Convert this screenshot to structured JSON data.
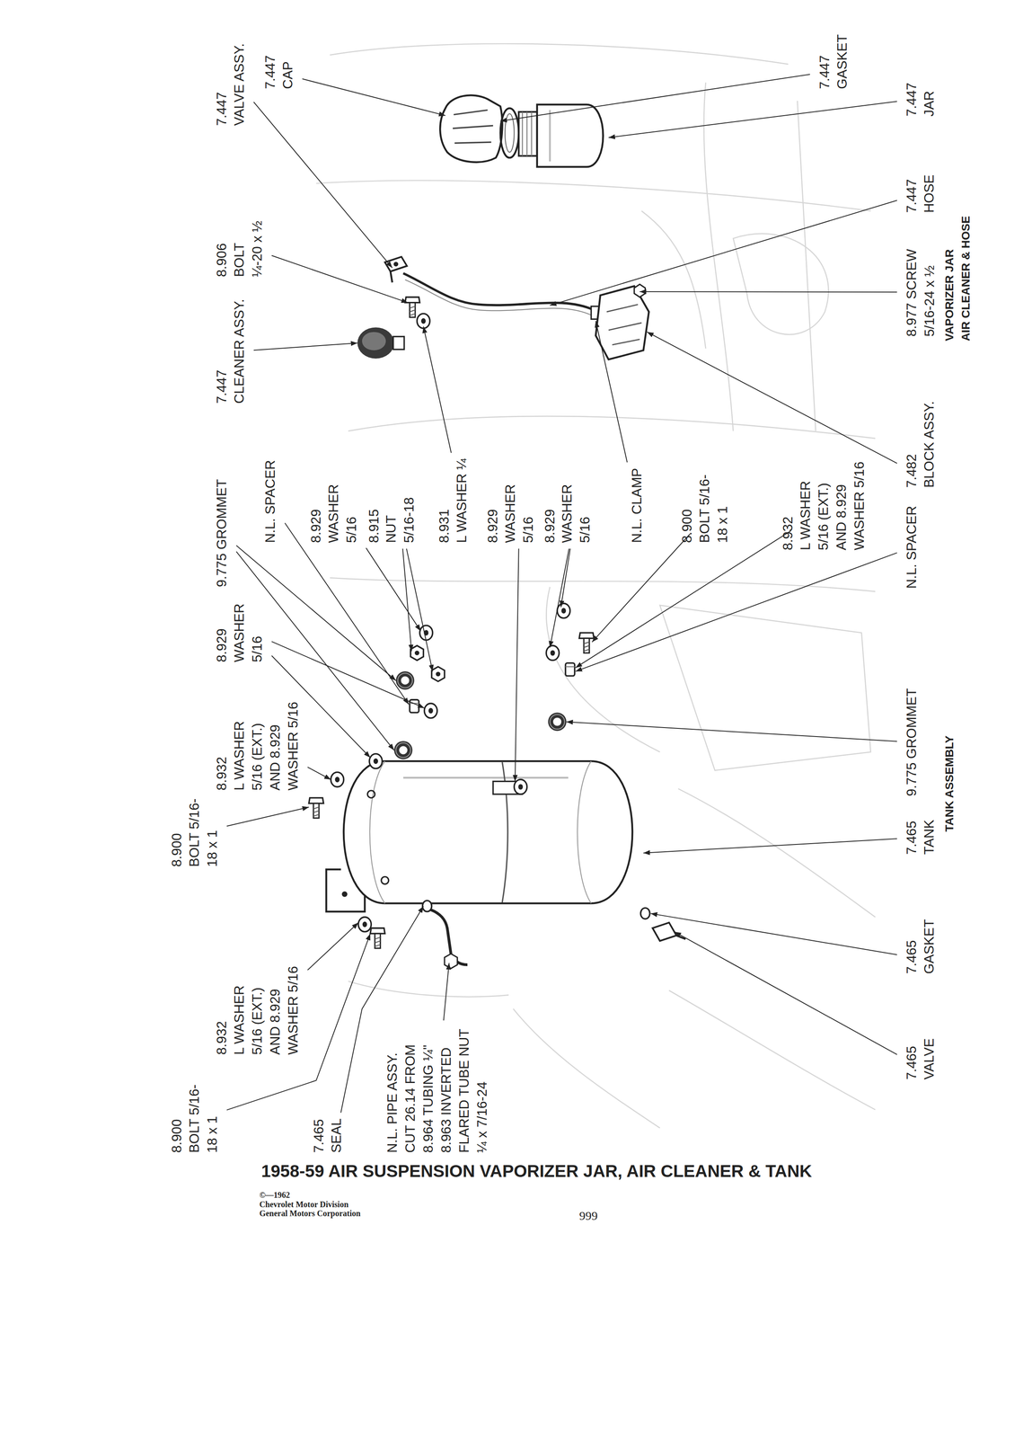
{
  "diagram": {
    "title": "1958-59 AIR SUSPENSION VAPORIZER JAR, AIR CLEANER & TANK",
    "labels": [
      "7.447",
      "VALVE ASSY.",
      "7.447",
      "CAP",
      "8.906",
      "BOLT ¼-20 x ½",
      "7.447",
      "CLEANER ASSY.",
      "9.775 GROMMET",
      "8.929",
      "WASHER 5/16",
      "8.900",
      "BOLT 5/16-18 x 1",
      "8.932",
      "L WASHER 5/16 (EXT.) AND 8.929 WASHER 5/16",
      "8.900",
      "BOLT 5/16-18 x 1",
      "8.932",
      "L WASHER 5/16 (EXT.) AND 8.929 WASHER 5/16",
      "7.465",
      "SEAL",
      "N.L. PIPE ASSY. CUT 26.14 FROM 8.964 TUBING ¼\" 8.963 INVERTED FLARED TUBE NUT ¼ x 7/16-24",
      "N.L. SPACER",
      "8.929",
      "WASHER 5/16",
      "8.915",
      "NUT 5/16-18",
      "8.931",
      "L WASHER ¼",
      "8.929",
      "WASHER 5/16",
      "8.929",
      "WASHER 5/16",
      "N.L. CLAMP",
      "8.900",
      "BOLT 5/16-18 x 1",
      "8.932",
      "L WASHER 5/16 (EXT.) AND 8.929 WASHER 5/16",
      "7.447",
      "GASKET",
      "7.447",
      "JAR",
      "7.447",
      "HOSE",
      "8.977 SCREW 5/16-24 x ½",
      "VAPORIZER JAR",
      "AIR CLEANER & HOSE",
      "7.482",
      "BLOCK ASSY.",
      "N.L. SPACER",
      "9.775 GROMMET",
      "TANK ASSEMBLY",
      "7.465",
      "TANK",
      "7.465",
      "GASKET",
      "7.465",
      "VALVE",
      "©—1962",
      "Chevrolet Motor Division",
      "General Motors Corporation",
      "999"
    ]
  }
}
